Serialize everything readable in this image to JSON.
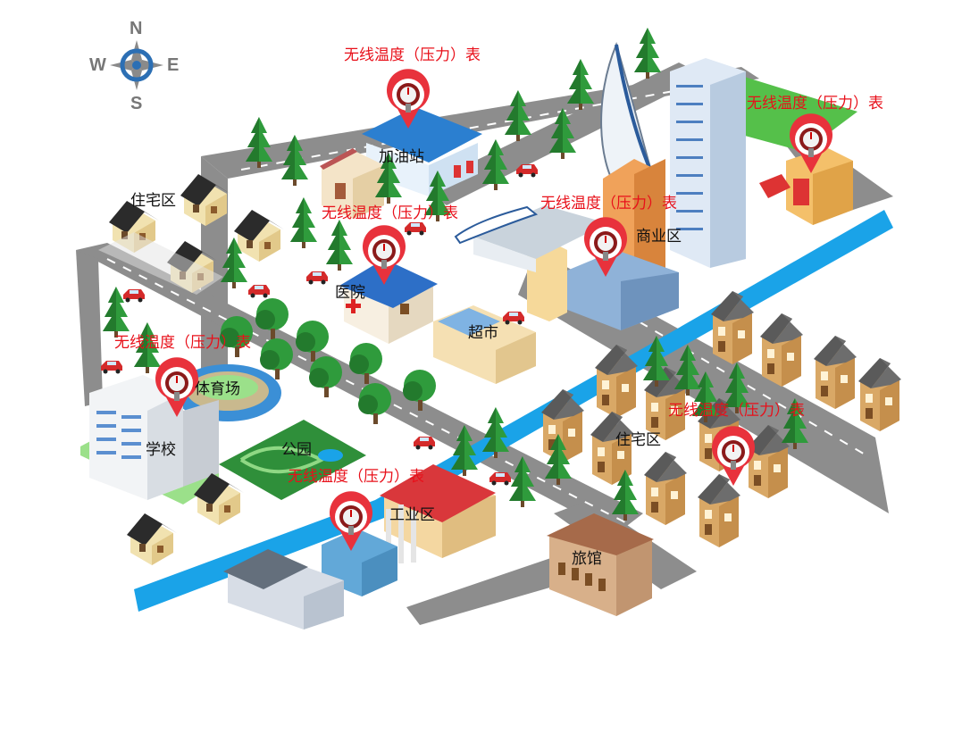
{
  "compass": {
    "north": "N",
    "south": "S",
    "east": "E",
    "west": "W"
  },
  "colors": {
    "road": "#8d8d8d",
    "river": "#1aa3e8",
    "marker": "#e8323c",
    "meter_label": "#e8101a",
    "grass": "#2f8f3a"
  },
  "districts": {
    "gas_station": "加油站",
    "residential_west": "住宅区",
    "commercial": "商业区",
    "hospital": "医院",
    "supermarket": "超市",
    "stadium": "体育场",
    "school": "学校",
    "park": "公园",
    "residential_east": "住宅区",
    "industrial": "工业区",
    "hotel": "旅馆"
  },
  "meters": [
    {
      "label": "无线温度（压力）表",
      "near": "gas-station"
    },
    {
      "label": "无线温度（压力）表",
      "near": "fire-station"
    },
    {
      "label": "无线温度（压力）表",
      "near": "hospital"
    },
    {
      "label": "无线温度（压力）表",
      "near": "commercial"
    },
    {
      "label": "无线温度（压力）表",
      "near": "school"
    },
    {
      "label": "无线温度（压力）表",
      "near": "residential-east"
    },
    {
      "label": "无线温度（压力）表",
      "near": "industrial"
    }
  ],
  "icons": {
    "compass": "compass-rose-icon",
    "marker": "map-pin-gauge-icon",
    "tree": "pine-tree-icon",
    "car": "car-icon"
  }
}
